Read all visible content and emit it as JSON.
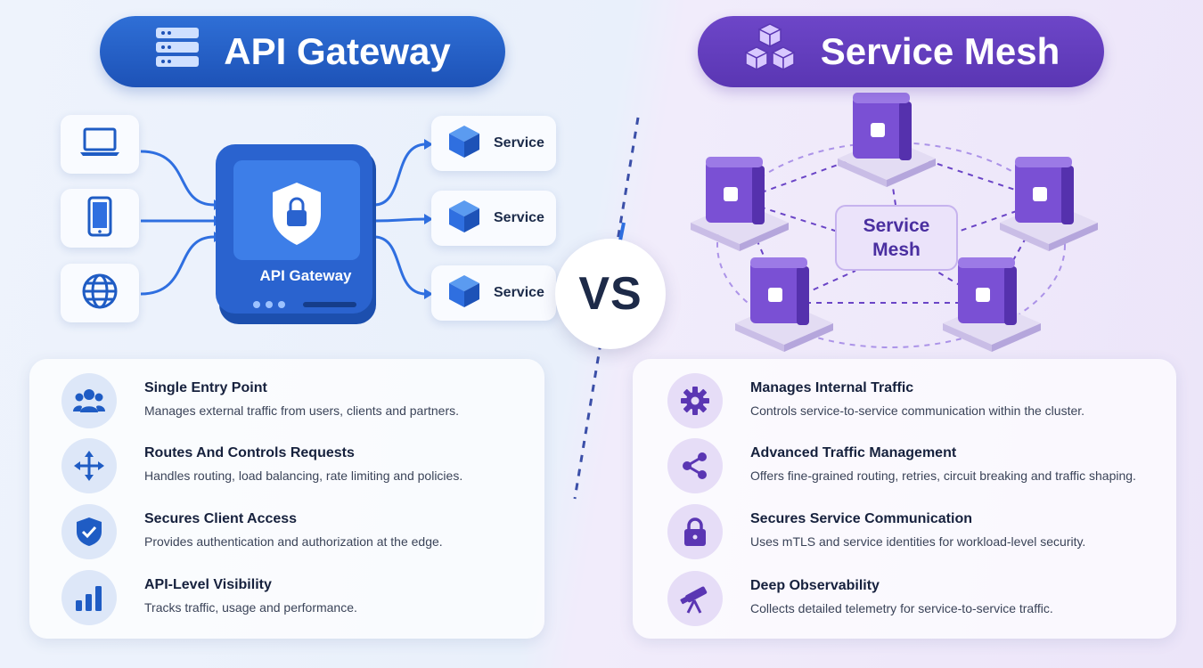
{
  "left": {
    "title": "API Gateway",
    "title_icon": "server-icon",
    "clients": [
      {
        "icon": "laptop-icon"
      },
      {
        "icon": "smartphone-icon"
      },
      {
        "icon": "globe-icon"
      }
    ],
    "gateway_label": "API Gateway",
    "services": [
      {
        "label": "Service",
        "icon": "cube-icon"
      },
      {
        "label": "Service",
        "icon": "cube-icon"
      },
      {
        "label": "Service",
        "icon": "cube-icon"
      }
    ],
    "features": [
      {
        "title": "Single Entry Point",
        "desc": "Manages external traffic from users, clients and partners.",
        "icon": "users-icon"
      },
      {
        "title": "Routes And Controls Requests",
        "desc": "Handles routing, load balancing, rate limiting and policies.",
        "icon": "routing-arrows-icon"
      },
      {
        "title": "Secures Client Access",
        "desc": "Provides authentication and authorization at the edge.",
        "icon": "shield-check-icon"
      },
      {
        "title": "API-Level Visibility",
        "desc": "Tracks traffic, usage and performance.",
        "icon": "bar-chart-icon"
      }
    ]
  },
  "vs": "VS",
  "right": {
    "title": "Service Mesh",
    "title_icon": "cubes-icon",
    "mesh_label_line1": "Service",
    "mesh_label_line2": "Mesh",
    "features": [
      {
        "title": "Manages Internal Traffic",
        "desc": "Controls service-to-service communication within the cluster.",
        "icon": "gear-icon"
      },
      {
        "title": "Advanced Traffic Management",
        "desc": "Offers fine-grained routing, retries, circuit breaking and traffic shaping.",
        "icon": "share-icon"
      },
      {
        "title": "Secures Service Communication",
        "desc": "Uses mTLS and service identities for workload-level security.",
        "icon": "lock-icon"
      },
      {
        "title": "Deep Observability",
        "desc": "Collects detailed telemetry for service-to-service traffic.",
        "icon": "telescope-icon"
      }
    ]
  },
  "colors": {
    "blue_accent": "#1f5cc4",
    "purple_accent": "#6a44c6",
    "text_dark": "#16213d"
  }
}
